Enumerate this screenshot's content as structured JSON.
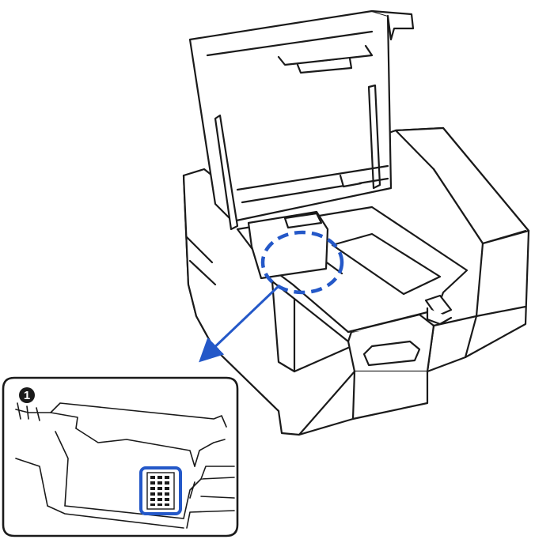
{
  "figure": {
    "callouts": [
      {
        "number": "1"
      }
    ],
    "colors": {
      "line": "#1a1a1a",
      "highlight": "#2458c8",
      "background": "#ffffff",
      "panel_fill": "#ffffff"
    },
    "icons": [
      "dashed-circle-highlight",
      "pointer-arrow",
      "numbered-callout"
    ]
  }
}
